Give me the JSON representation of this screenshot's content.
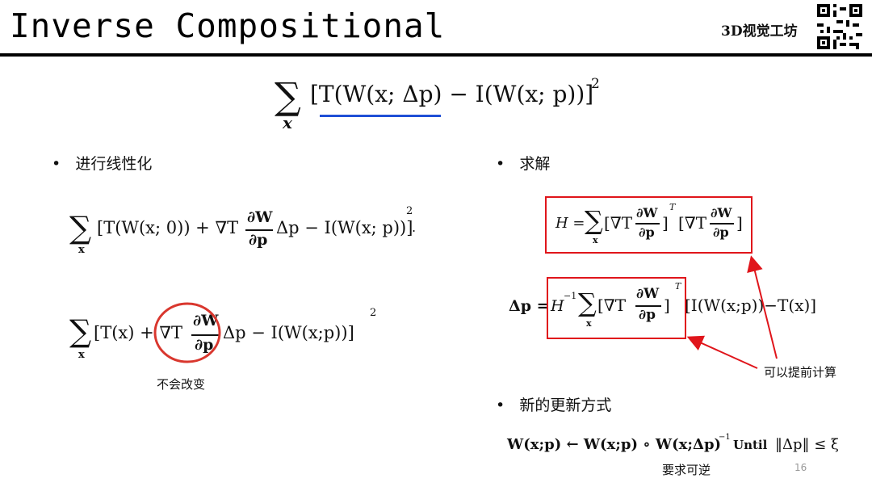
{
  "header": {
    "title": "Inverse Compositional",
    "brand": "3D视觉工坊"
  },
  "main_formula": {
    "sum": "∑",
    "sub": "x",
    "body": "[T(W(x; Δp) − I(W(x; p))]",
    "exp": "2"
  },
  "bullets": {
    "linearize": "进行线性化",
    "solve": "求解",
    "new_update": "新的更新方式"
  },
  "linearized_eq": {
    "lhs": "[T(W(x; 0)) + ∇T",
    "frac_num": "∂W",
    "frac_den": "∂p",
    "rhs": "Δp − I(W(x; p))]",
    "exp": "2",
    "tail": "."
  },
  "simplified_eq": {
    "lhs": "[T(x) + ∇T",
    "frac_num": "∂W",
    "frac_den": "∂p",
    "rhs": "Δp − I(W(x;p))]",
    "exp": "2"
  },
  "notes": {
    "unchanged": "不会改变",
    "precompute": "可以提前计算",
    "invertible": "要求可逆"
  },
  "hessian_eq": {
    "lhs": "H =",
    "b1_open": "[∇T",
    "b1_close": "]",
    "b1_exp": "T",
    "b2_open": "[∇T",
    "b2_close": "]",
    "frac_num": "∂W",
    "frac_den": "∂p"
  },
  "delta_eq": {
    "lhs": "Δp =",
    "hinv": "H",
    "hinv_exp": "−1",
    "b_open": "[∇T",
    "b_close": "]",
    "b_exp": "T",
    "frac_num": "∂W",
    "frac_den": "∂p",
    "rhs": "[I(W(x;p))−T(x)]"
  },
  "update_rule": {
    "text": "W(x;p) ← W(x;p) ∘ W(x;Δp)",
    "exp": "−1",
    "until": "Until",
    "cond": "‖Δp‖ ≤ ξ"
  },
  "page_number": "16",
  "colors": {
    "highlight_box": "#e0151b",
    "underline": "#1f4fd6",
    "circle": "#d9372e"
  }
}
